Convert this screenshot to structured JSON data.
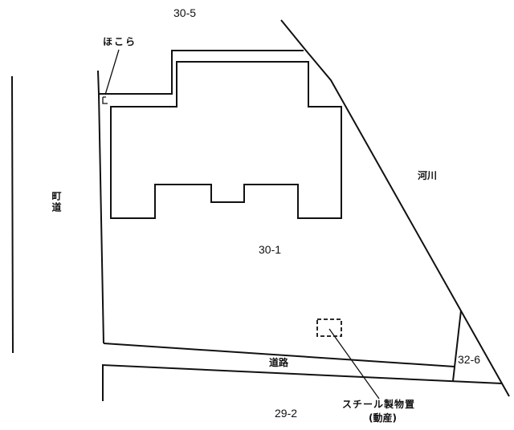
{
  "labels": {
    "north_parcel": "30-5",
    "main_parcel": "30-1",
    "south_parcel": "29-2",
    "east_parcel": "32-6",
    "shrine": "ほこら",
    "town_road": "町道",
    "river": "河川",
    "road": "道路",
    "steel_shed": "スチール製物置",
    "movable_property": "(動産)"
  },
  "colors": {
    "line": "#111111",
    "background": "#ffffff"
  }
}
